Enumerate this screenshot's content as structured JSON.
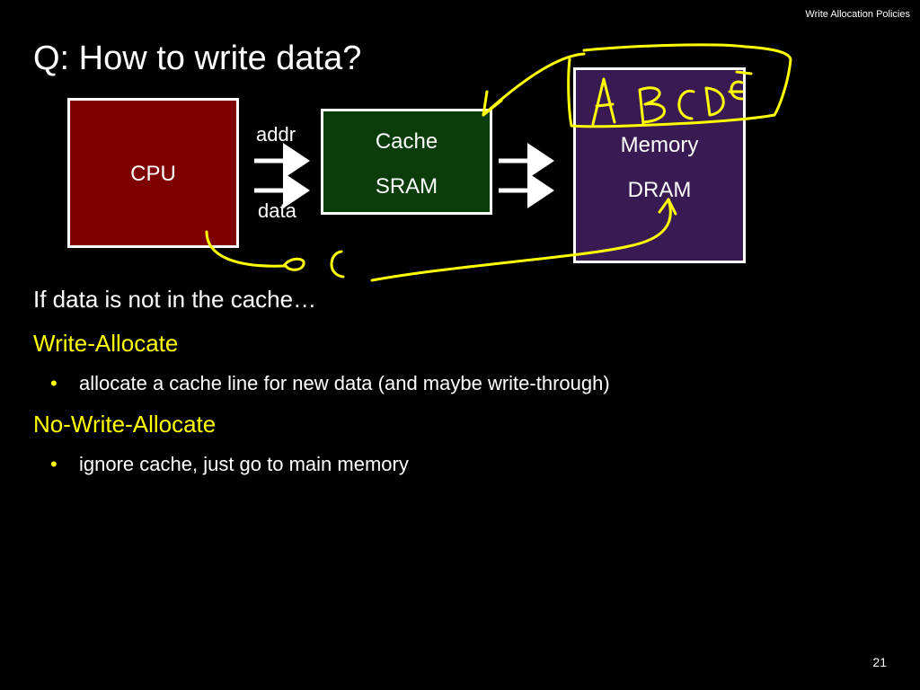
{
  "header": {
    "title": "Write Allocation Policies"
  },
  "slide": {
    "title": "Q: How to write data?",
    "page_number": "21"
  },
  "diagram": {
    "cpu_label": "CPU",
    "cache_label": "Cache",
    "cache_sublabel": "SRAM",
    "memory_label": "Memory",
    "memory_sublabel": "DRAM",
    "addr_label": "addr",
    "data_label": "data"
  },
  "annotations": {
    "handwritten_letters": "A B C D E",
    "handwritten_bottom": "o C",
    "ink_color": "#ffff00"
  },
  "content": {
    "intro": "If data is not in the cache…",
    "write_allocate_heading": "Write-Allocate",
    "write_allocate_bullet": "allocate a cache line for new data (and maybe write-through)",
    "no_write_allocate_heading": "No-Write-Allocate",
    "no_write_allocate_bullet": "ignore cache, just go to main memory",
    "bullet_symbol": "•"
  },
  "colors": {
    "background": "#000000",
    "cpu_fill": "#7f0000",
    "cache_fill": "#0a3d0a",
    "memory_fill": "#3a1a52",
    "heading_yellow": "#ffff00"
  }
}
